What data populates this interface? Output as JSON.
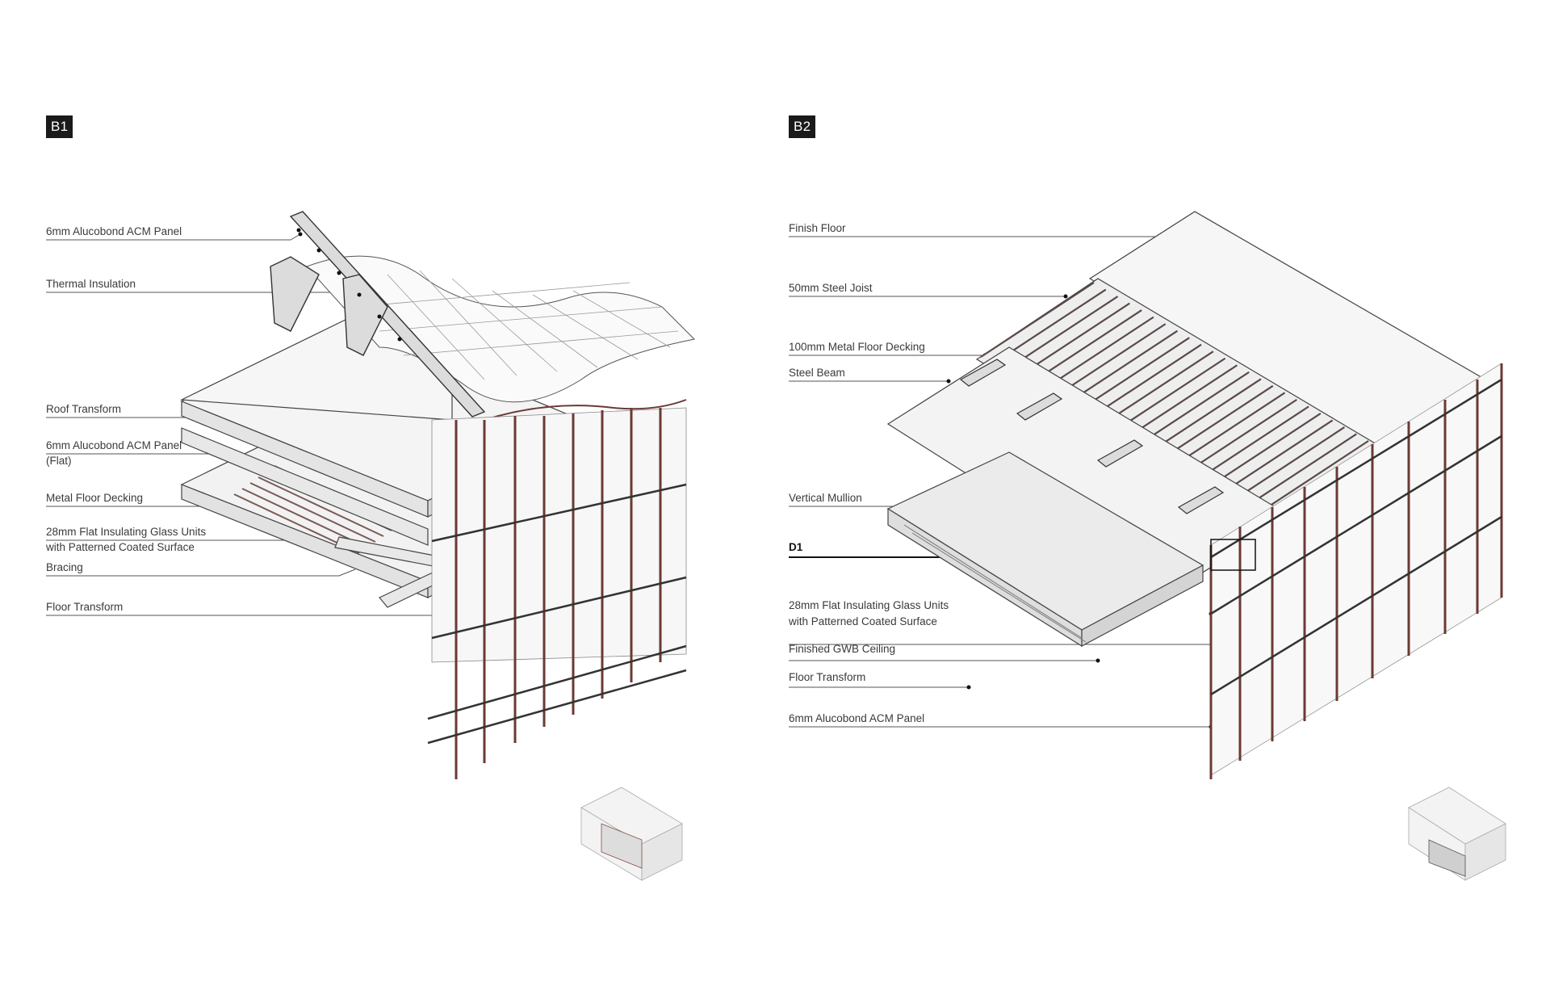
{
  "panels": [
    {
      "badge": "B1",
      "labels": [
        "6mm Alucobond ACM Panel",
        "Thermal Insulation",
        "Roof Transform",
        "6mm Alucobond ACM Panel",
        "(Flat)",
        "Metal Floor Decking",
        "28mm Flat Insulating Glass Units",
        "with Patterned Coated Surface",
        "Bracing",
        "Floor Transform"
      ]
    },
    {
      "badge": "B2",
      "labels": [
        "Finish Floor",
        "50mm Steel Joist",
        "100mm Metal Floor Decking",
        "Steel Beam",
        "Vertical Mullion",
        "D1",
        "28mm Flat Insulating Glass Units",
        "with Patterned Coated Surface",
        "Finished GWB Ceiling",
        "Floor Transform",
        "6mm Alucobond ACM Panel"
      ]
    }
  ],
  "colors": {
    "mullion": "#6b3a33",
    "leader": "#555555",
    "surface": "#f2f2f2",
    "edge": "#444444"
  }
}
